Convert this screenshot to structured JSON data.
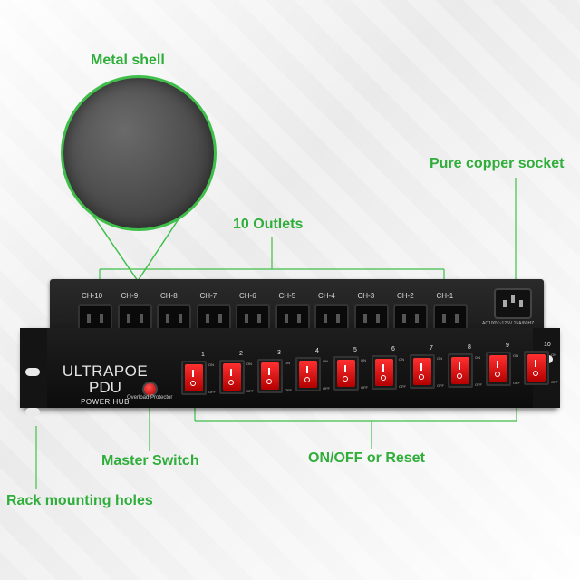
{
  "callouts": {
    "metal_shell": "Metal shell",
    "outlets": "10 Outlets",
    "copper_socket": "Pure copper socket",
    "master_switch": "Master Switch",
    "onoff_reset": "ON/OFF or Reset",
    "rack_holes": "Rack mounting holes"
  },
  "outlet_labels": [
    "CH-10",
    "CH-9",
    "CH-8",
    "CH-7",
    "CH-6",
    "CH-5",
    "CH-4",
    "CH-3",
    "CH-2",
    "CH-1"
  ],
  "power_input_text": "AC100V~125V 15A/60HZ",
  "brand": {
    "line1": "ULTRAPOE",
    "line2": "PDU",
    "line3": "POWER HUB"
  },
  "master_label": "Overload Protector",
  "switch_numbers": [
    "1",
    "2",
    "3",
    "4",
    "5",
    "6",
    "7",
    "8",
    "9",
    "10"
  ],
  "on_text": "ON",
  "off_text": "OFF",
  "colors": {
    "callout_green": "#2fae3a",
    "switch_red": "#e01010"
  }
}
